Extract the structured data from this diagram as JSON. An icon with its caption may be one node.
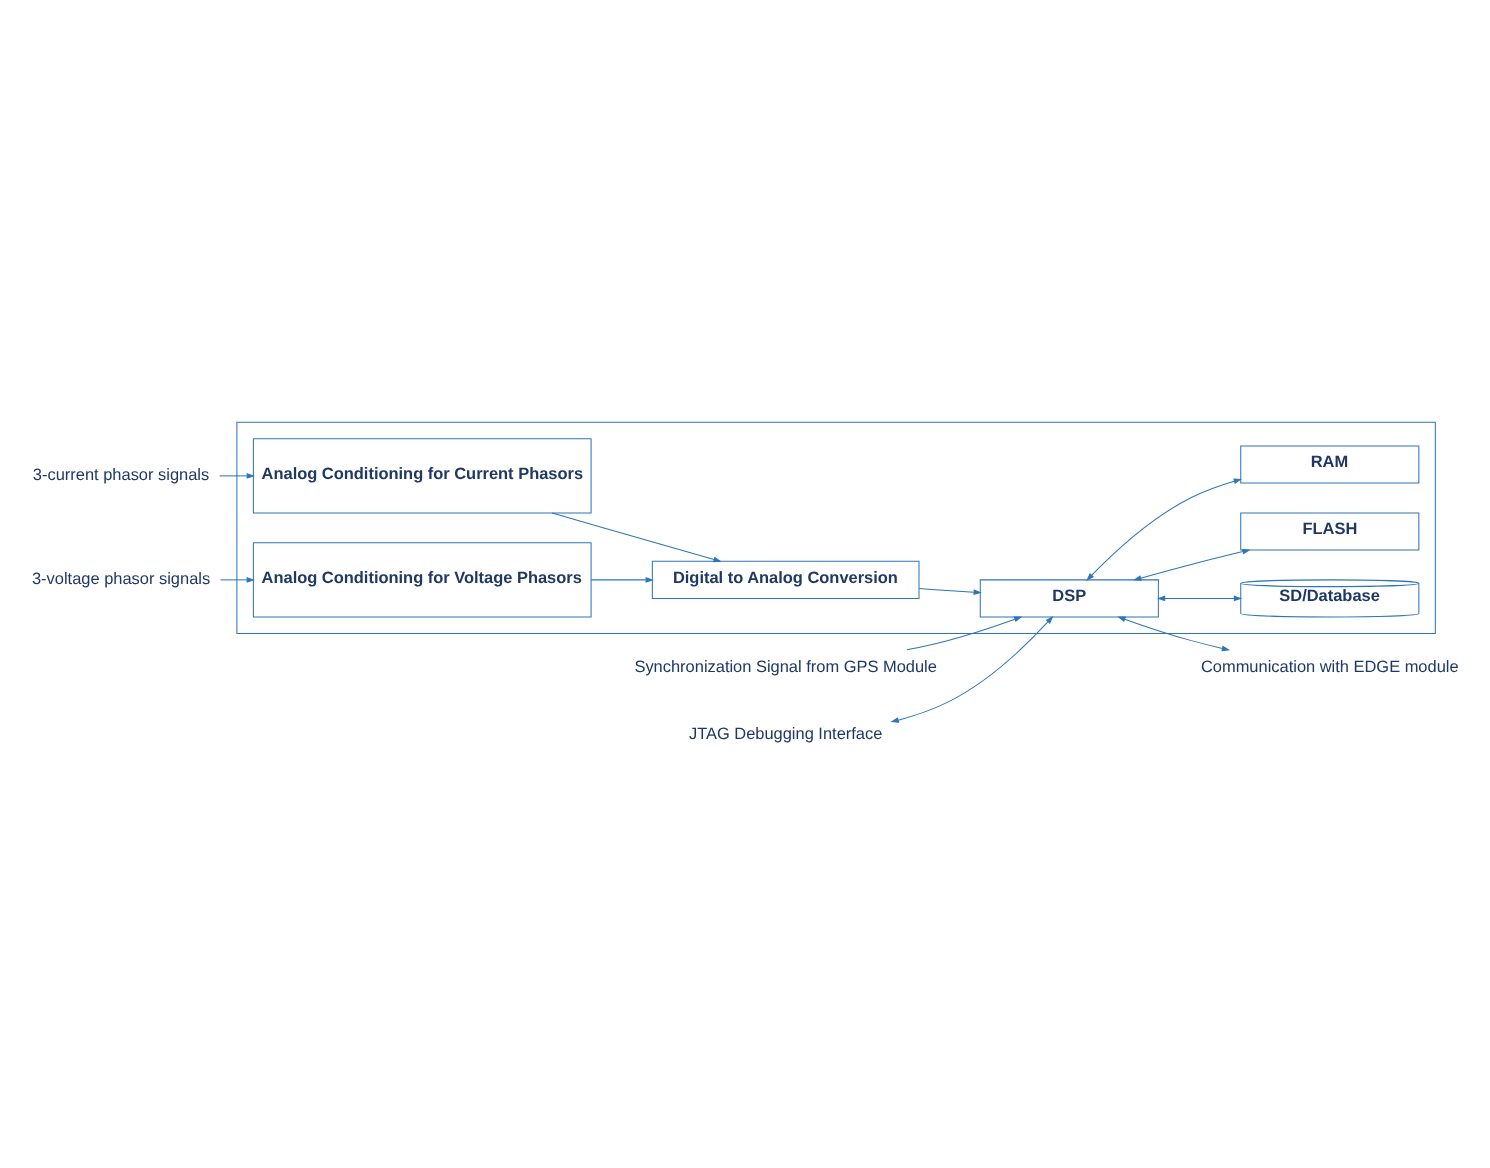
{
  "diagram": {
    "nodes": [
      {
        "text": [],
        "shape": "box"
      },
      {
        "text": [
          "Communication with EDGE module"
        ]
      },
      {
        "text": [
          "Synchronization Signal from GPS Module"
        ]
      },
      {
        "text": [
          "JTAG Debugging Interface"
        ]
      },
      {
        "text": [
          "DSP"
        ],
        "in": 0
      },
      {
        "text": [
          "SD/Database"
        ],
        "in": 0
      },
      {
        "text": [
          "FLASH"
        ],
        "in": 0
      },
      {
        "text": [
          "RAM"
        ],
        "in": 0
      },
      {
        "text": [
          "Digital to Analog Conversion"
        ],
        "in": 0
      },
      {
        "text": [
          "Analog Conditioning for Current Phasors"
        ],
        "in": 0
      },
      {
        "text": [
          "Analog Conditioning for Voltage Phasors"
        ],
        "in": 0
      },
      {
        "text": [
          "3-current phasor signals"
        ]
      },
      {
        "text": [
          "3-voltage phasor signals"
        ]
      }
    ],
    "edges": [
      {
        "from": 4,
        "to": 1,
        "arrow": "both"
      },
      {
        "from": 2,
        "to": 4,
        "arrow": "to"
      },
      {
        "from": 3,
        "to": 4,
        "arrow": "both"
      },
      {
        "from": 4,
        "to": 5,
        "arrow": "both"
      },
      {
        "from": 4,
        "to": 6,
        "arrow": "both"
      },
      {
        "from": 4,
        "to": 7,
        "arrow": "both"
      },
      {
        "from": 8,
        "to": 4,
        "arrow": "to"
      },
      {
        "from": 9,
        "to": 8,
        "arrow": "to"
      },
      {
        "from": 10,
        "to": 8,
        "arrow": "to"
      },
      {
        "from": 11,
        "to": 9,
        "arrow": "to"
      },
      {
        "from": 12,
        "to": 10,
        "arrow": "to"
      }
    ]
  }
}
